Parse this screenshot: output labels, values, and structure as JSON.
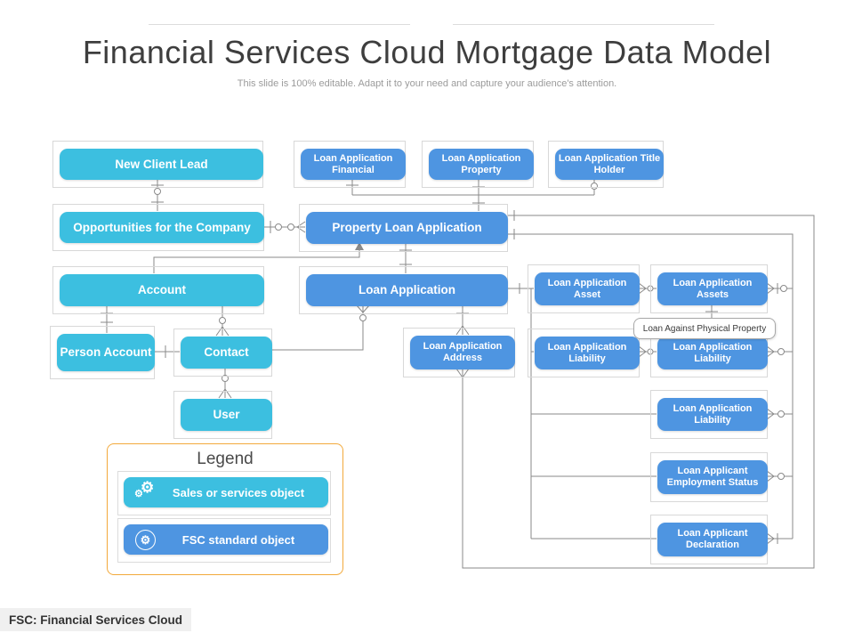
{
  "slide": {
    "title": "Financial Services Cloud Mortgage Data Model",
    "subtitle": "This slide is 100% editable. Adapt it to your need and capture your audience's attention.",
    "footer_note": "FSC: Financial Services Cloud"
  },
  "nodes": {
    "new_client_lead": {
      "label": "New Client Lead",
      "type": "sales-or-services"
    },
    "opportunities": {
      "label": "Opportunities for the Company",
      "type": "sales-or-services"
    },
    "account": {
      "label": "Account",
      "type": "sales-or-services"
    },
    "person_account": {
      "label": "Person Account",
      "type": "sales-or-services"
    },
    "contact": {
      "label": "Contact",
      "type": "sales-or-services"
    },
    "user": {
      "label": "User",
      "type": "sales-or-services"
    },
    "loan_app_financial": {
      "label": "Loan Application Financial",
      "type": "fsc-standard"
    },
    "loan_app_property": {
      "label": "Loan Application Property",
      "type": "fsc-standard"
    },
    "loan_app_title_holder": {
      "label": "Loan Application Title Holder",
      "type": "fsc-standard"
    },
    "property_loan_application": {
      "label": "Property Loan Application",
      "type": "fsc-standard"
    },
    "loan_application": {
      "label": "Loan Application",
      "type": "fsc-standard"
    },
    "loan_app_address": {
      "label": "Loan Application Address",
      "type": "fsc-standard"
    },
    "loan_app_asset": {
      "label": "Loan Application Asset",
      "type": "fsc-standard"
    },
    "loan_app_assets": {
      "label": "Loan Application Assets",
      "type": "fsc-standard"
    },
    "loan_app_liability_1": {
      "label": "Loan Application Liability",
      "type": "fsc-standard"
    },
    "loan_app_liability_2": {
      "label": "Loan Application Liability",
      "type": "fsc-standard"
    },
    "loan_app_liability_3": {
      "label": "Loan Application Liability",
      "type": "fsc-standard"
    },
    "loan_applicant_employment_status": {
      "label": "Loan Applicant Employment Status",
      "type": "fsc-standard"
    },
    "loan_applicant_declaration": {
      "label": "Loan Applicant Declaration",
      "type": "fsc-standard"
    }
  },
  "annotation": {
    "loan_against_physical_property": "Loan Against Physical Property"
  },
  "edges": [
    "new_client_lead -> opportunities",
    "opportunities -> property_loan_application",
    "loan_app_financial -> property_loan_application",
    "loan_app_property -> property_loan_application",
    "loan_app_title_holder -> property_loan_application",
    "property_loan_application -> loan_application",
    "account -> property_loan_application",
    "account -> person_account",
    "account -> contact",
    "person_account -> contact",
    "contact -> user",
    "contact -> loan_application",
    "loan_application -> loan_app_address",
    "loan_application -> loan_app_asset",
    "loan_app_asset -> loan_app_assets",
    "loan_app_assets -> loan_against_physical_property",
    "loan_application -> loan_app_liability_1",
    "loan_app_liability_1 -> loan_app_liability_2",
    "loan_application -> loan_app_liability_3",
    "loan_application -> loan_applicant_employment_status",
    "loan_application -> loan_applicant_declaration",
    "property_loan_application -> right-side-loop (assets/liabilities/status/declaration)",
    "loan_app_address -> bottom-loop -> property_loan_application"
  ],
  "legend": {
    "title": "Legend",
    "items": [
      {
        "label": "Sales or services object",
        "icon": "gears-icon",
        "color": "#3cbfe0"
      },
      {
        "label": "FSC standard object",
        "icon": "gear-circle-icon",
        "color": "#4e95e1"
      }
    ]
  },
  "colors": {
    "sales_or_services_object": "#3cbfe0",
    "fsc_standard_object": "#4e95e1",
    "legend_border": "#f2a93b",
    "connector": "#8a8a8a",
    "placeholder_outline": "#d8d8d8"
  }
}
